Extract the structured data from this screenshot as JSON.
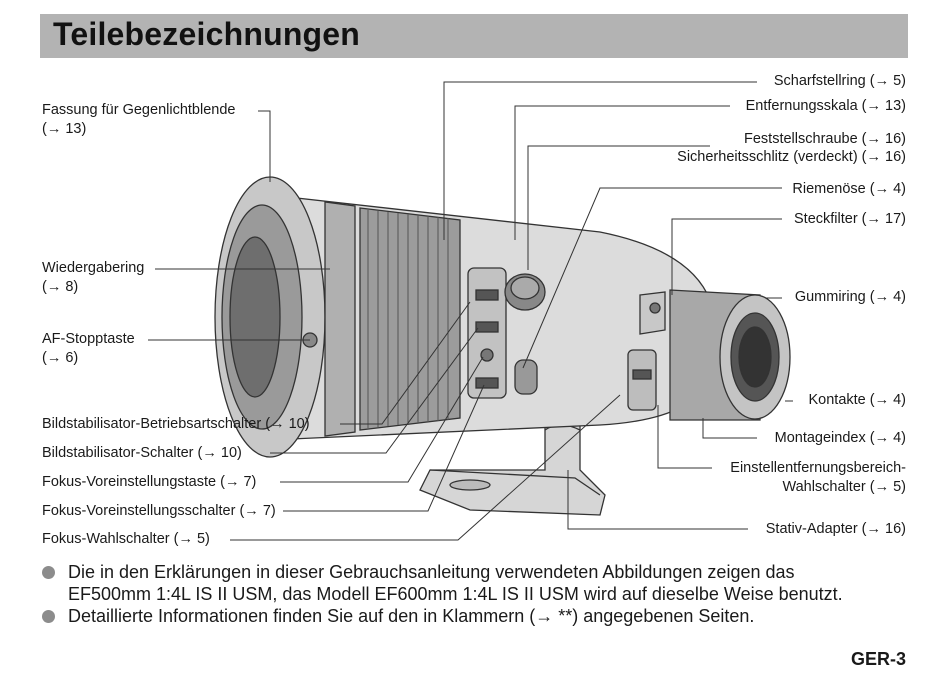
{
  "page": {
    "title": "Teilebezeichnungen",
    "page_number": "GER-3"
  },
  "labels_left": [
    {
      "id": "fassung",
      "line1": "Fassung für Gegenlichtblende",
      "line2": "(→ 13)"
    },
    {
      "id": "wiedergabering",
      "line1": "Wiedergabering",
      "line2": "(→ 8)"
    },
    {
      "id": "af-stopp",
      "line1": "AF-Stopptaste",
      "line2": "(→ 6)"
    },
    {
      "id": "is-betrieb",
      "line1": "Bildstabilisator-Betriebsartschalter (→ 10)"
    },
    {
      "id": "is-schalter",
      "line1": "Bildstabilisator-Schalter (→ 10)"
    },
    {
      "id": "fokus-taste",
      "line1": "Fokus-Voreinstellungstaste (→ 7)"
    },
    {
      "id": "fokus-schalter",
      "line1": "Fokus-Voreinstellungsschalter (→ 7)"
    },
    {
      "id": "fokus-wahl",
      "line1": "Fokus-Wahlschalter (→ 5)"
    }
  ],
  "labels_right": [
    {
      "id": "scharfstellring",
      "line1": "Scharfstellring (→ 5)"
    },
    {
      "id": "entfernungsskala",
      "line1": "Entfernungsskala (→ 13)"
    },
    {
      "id": "feststellschraube",
      "line1": "Feststellschraube (→ 16)"
    },
    {
      "id": "sicherheitsschlitz",
      "line1": "Sicherheitsschlitz (verdeckt) (→ 16)"
    },
    {
      "id": "riemenoese",
      "line1": "Riemenöse (→ 4)"
    },
    {
      "id": "steckfilter",
      "line1": "Steckfilter (→ 17)"
    },
    {
      "id": "gummiring",
      "line1": "Gummiring (→ 4)"
    },
    {
      "id": "kontakte",
      "line1": "Kontakte (→ 4)"
    },
    {
      "id": "montageindex",
      "line1": "Montageindex (→ 4)"
    },
    {
      "id": "einstellentfernung",
      "line1": "Einstellentfernungsbereich-",
      "line2": "Wahlschalter (→ 5)"
    },
    {
      "id": "stativ",
      "line1": "Stativ-Adapter (→ 16)"
    }
  ],
  "notes": [
    {
      "line1": "Die in den Erklärungen in dieser Gebrauchsanleitung verwendeten Abbildungen zeigen das",
      "line2": "EF500mm 1:4L IS II USM, das Modell EF600mm 1:4L IS II USM wird auf dieselbe Weise benutzt."
    },
    {
      "line1": "Detaillierte Informationen finden Sie auf den in Klammern (→ **) angegebenen Seiten."
    }
  ]
}
